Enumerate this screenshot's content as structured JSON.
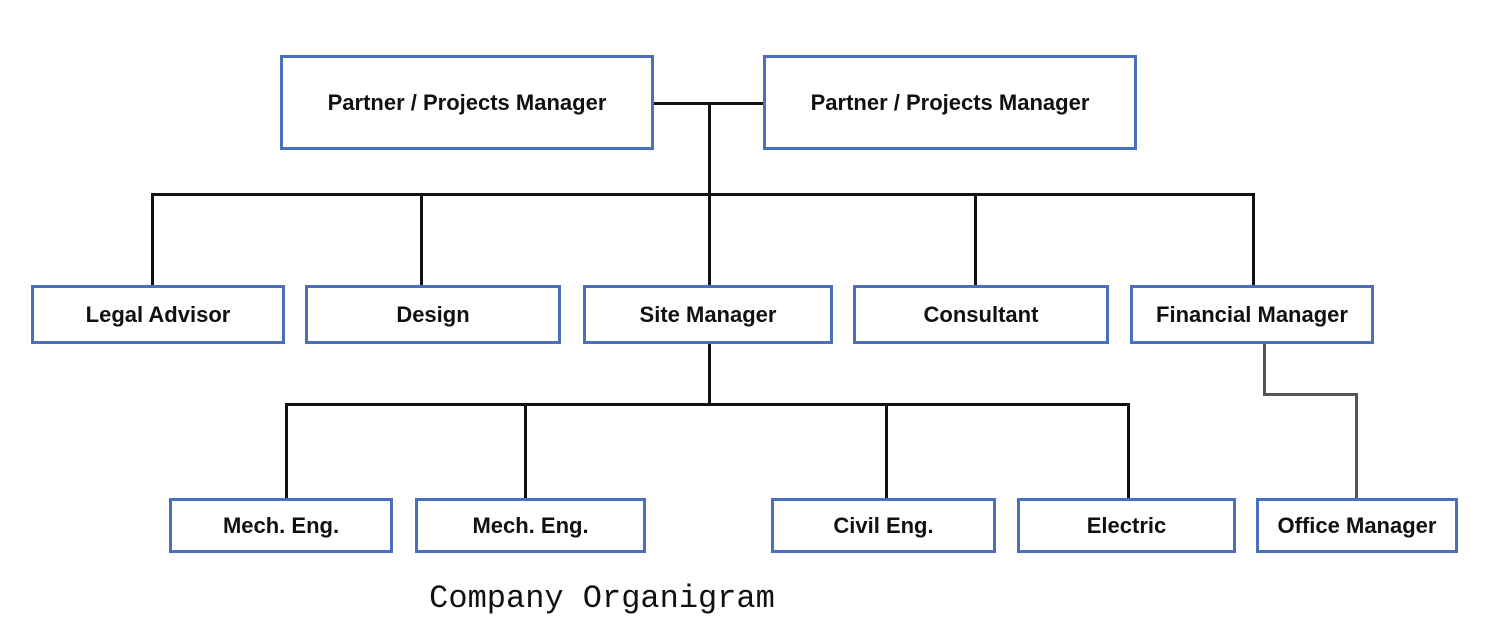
{
  "colors": {
    "box_border": "#4a6fbe",
    "connector": "#111111",
    "connector_secondary": "#555555",
    "text": "#111111"
  },
  "top": {
    "partner_left": "Partner / Projects Manager",
    "partner_right": "Partner / Projects Manager"
  },
  "level2": {
    "legal_advisor": "Legal Advisor",
    "design": "Design",
    "site_manager": "Site Manager",
    "consultant": "Consultant",
    "financial_manager": "Financial Manager"
  },
  "level3": {
    "mech_eng_1": "Mech. Eng.",
    "mech_eng_2": "Mech. Eng.",
    "civil_eng": "Civil Eng.",
    "electric": "Electric",
    "office_manager": "Office Manager"
  },
  "caption": "Company Organigram"
}
